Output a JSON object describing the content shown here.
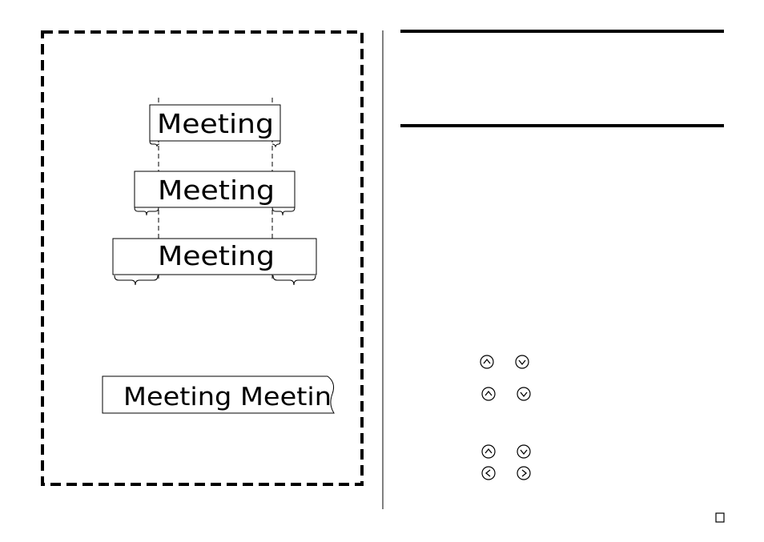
{
  "margin_examples": {
    "word": "Meeting",
    "margin_sizes": [
      "narrow",
      "medium",
      "wide"
    ]
  },
  "repeat_example": {
    "text": "Meeting Meetin"
  },
  "arrow_keys": {
    "rows": [
      [
        "up-arrow-key",
        "down-arrow-key"
      ],
      [
        "up-arrow-key",
        "down-arrow-key"
      ],
      [
        "up-arrow-key",
        "down-arrow-key"
      ],
      [
        "left-arrow-key",
        "right-arrow-key"
      ]
    ]
  }
}
